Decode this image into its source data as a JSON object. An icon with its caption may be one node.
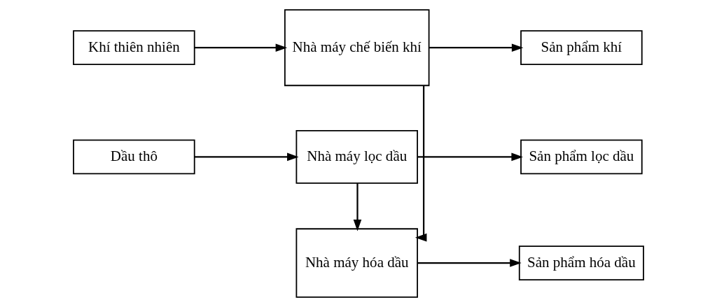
{
  "diagram": {
    "nodes": [
      {
        "text": [
          "Khí thiên nhiên"
        ]
      },
      {
        "text": [
          "Nhà máy chế biến khí"
        ]
      },
      {
        "text": [
          "Sản phẩm khí"
        ]
      },
      {
        "text": [
          "Nhà máy hóa dầu"
        ]
      },
      {
        "text": [
          "Sản phẩm hóa dầu"
        ]
      },
      {
        "text": [
          "Dầu thô"
        ]
      },
      {
        "text": [
          "Nhà máy lọc dầu"
        ]
      },
      {
        "text": [
          "Sản phẩm lọc dầu"
        ]
      }
    ],
    "edges": [
      {
        "from": 0,
        "to": 1,
        "arrow": "to"
      },
      {
        "from": 1,
        "to": 2,
        "arrow": "to"
      },
      {
        "from": 1,
        "to": 3,
        "arrow": "to"
      },
      {
        "from": 3,
        "to": 4,
        "arrow": "to"
      },
      {
        "from": 5,
        "to": 6,
        "arrow": "to"
      },
      {
        "from": 6,
        "to": 3,
        "arrow": "to"
      },
      {
        "from": 6,
        "to": 7,
        "arrow": "to"
      }
    ]
  }
}
